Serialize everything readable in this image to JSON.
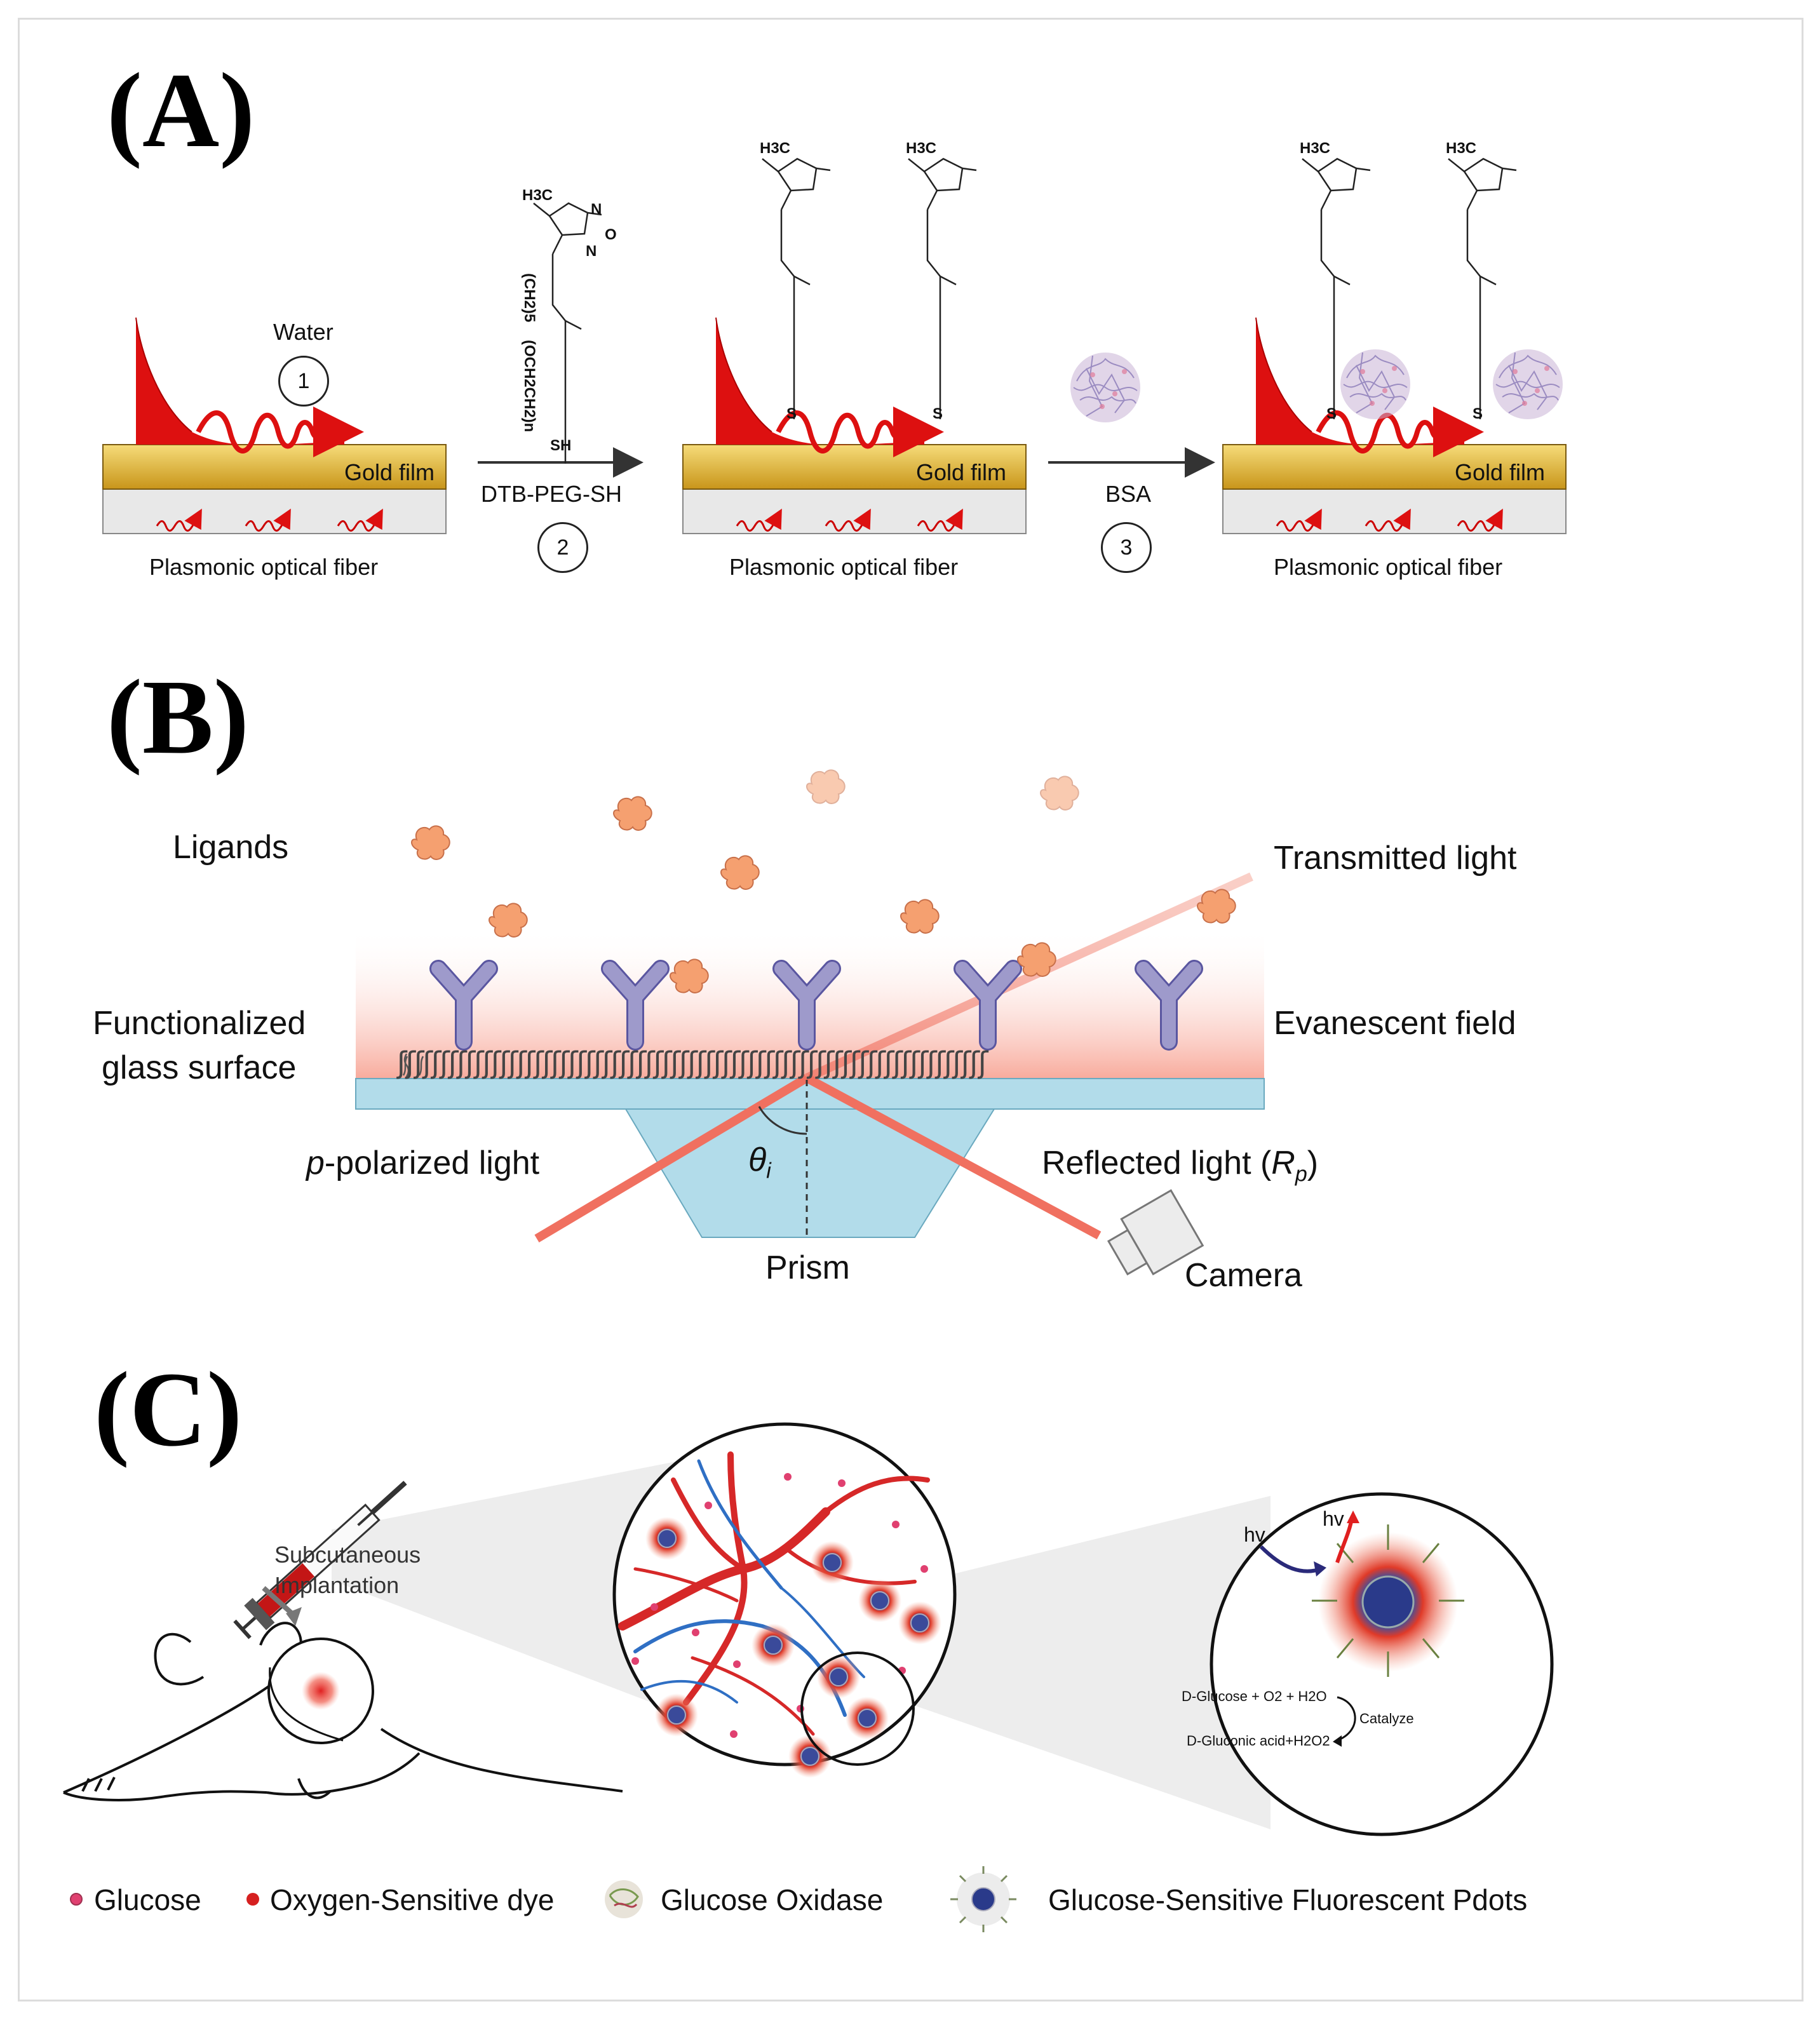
{
  "panelA": {
    "letter": "(A)",
    "water": "Water",
    "step1": "1",
    "step2": "2",
    "step3": "3",
    "reagent2": "DTB-PEG-SH",
    "reagent3": "BSA",
    "gold_film": "Gold film",
    "fiber": "Plasmonic optical fiber",
    "chem": {
      "methyl": "H3C",
      "n": "N",
      "o": "O",
      "s": "S",
      "sh": "SH",
      "chain1": "(CH2)5",
      "chain2": "(OCH2CH2)n"
    }
  },
  "panelB": {
    "letter": "(B)",
    "ligands": "Ligands",
    "transmitted": "Transmitted light",
    "evanescent": "Evanescent field",
    "functionalized_1": "Functionalized",
    "functionalized_2": "glass surface",
    "p_polarized_italic": "p",
    "p_polarized_rest": "-polarized light",
    "theta": "θ",
    "theta_sub": "i",
    "reflected_pre": "Reflected light (",
    "reflected_r": "R",
    "reflected_sub": "p",
    "reflected_post": ")",
    "prism": "Prism",
    "camera": "Camera"
  },
  "panelC": {
    "letter": "(C)",
    "subcutaneous": "Subcutaneous",
    "implantation": "Implantation",
    "hv_in": "hv",
    "hv_out": "hv",
    "reaction1": "D-Glucose + O2 + H2O",
    "reaction2": "D-Gluconic acid+H2O2",
    "catalyze": "Catalyze",
    "legend": {
      "glucose": "Glucose",
      "dye": "Oxygen-Sensitive dye",
      "gox": "Glucose Oxidase",
      "pdots": "Glucose-Sensitive Fluorescent Pdots"
    }
  },
  "colors": {
    "gold_top": "#f3d36a",
    "gold_bottom": "#c99a1e",
    "fiber_gray": "#e6e6e6",
    "plasmon_red": "#dd1010",
    "glass_blue": "#b2dcea",
    "laser": "#f07060",
    "receptor": "#9a96c8",
    "ligand": "#f5a070",
    "vessel_red": "#d62828",
    "vessel_blue": "#2f6fc4"
  }
}
